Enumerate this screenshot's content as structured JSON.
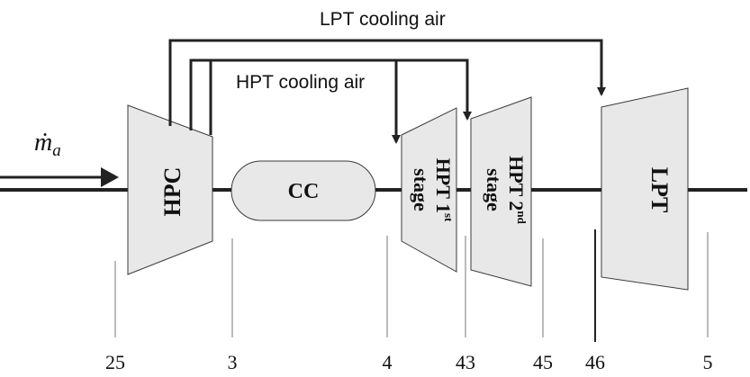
{
  "labels": {
    "lpt_cooling_air": "LPT cooling air",
    "hpt_cooling_air": "HPT cooling air",
    "mass_flow_symbol": "ṁ",
    "mass_flow_subscript": "a"
  },
  "components": {
    "hpc": "HPC",
    "cc": "CC",
    "hpt1_main": "HPT 1",
    "hpt1_sup": "st",
    "hpt1_stage": "stage",
    "hpt2_main": "HPT 2",
    "hpt2_sup": "nd",
    "hpt2_stage": "stage",
    "lpt": "LPT"
  },
  "stations": [
    "25",
    "3",
    "4",
    "43",
    "45",
    "46",
    "5"
  ],
  "colors": {
    "component_fill": "#e8e8e8",
    "stroke": "#3a3a3a",
    "line": "#222222",
    "station_line": "#777777",
    "text": "#111111"
  }
}
